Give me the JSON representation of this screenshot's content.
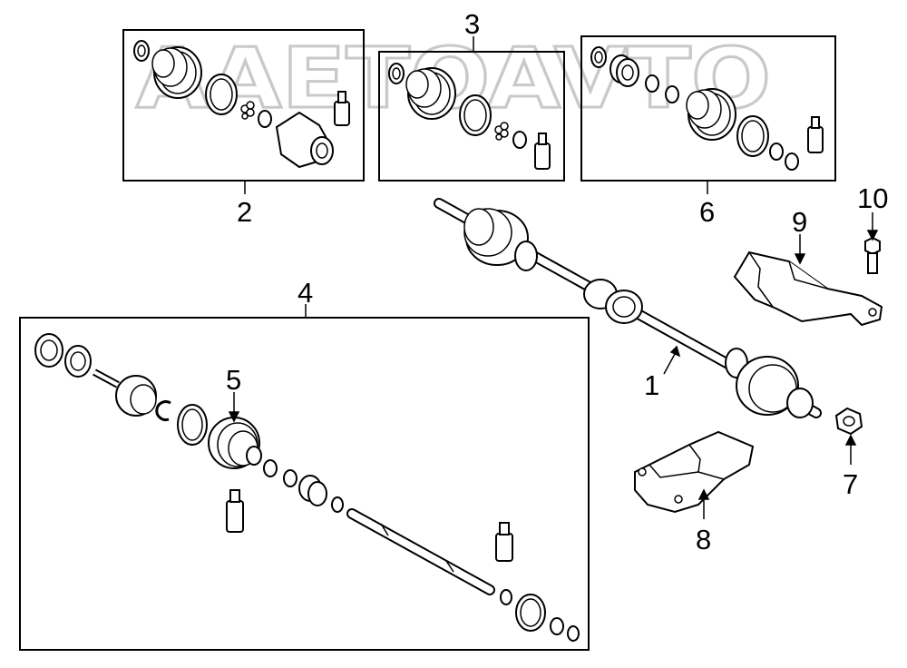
{
  "watermark": "AAETOAVTO",
  "callouts": {
    "c1": "1",
    "c2": "2",
    "c3": "3",
    "c4": "4",
    "c5": "5",
    "c6": "6",
    "c7": "7",
    "c8": "8",
    "c9": "9",
    "c10": "10"
  }
}
